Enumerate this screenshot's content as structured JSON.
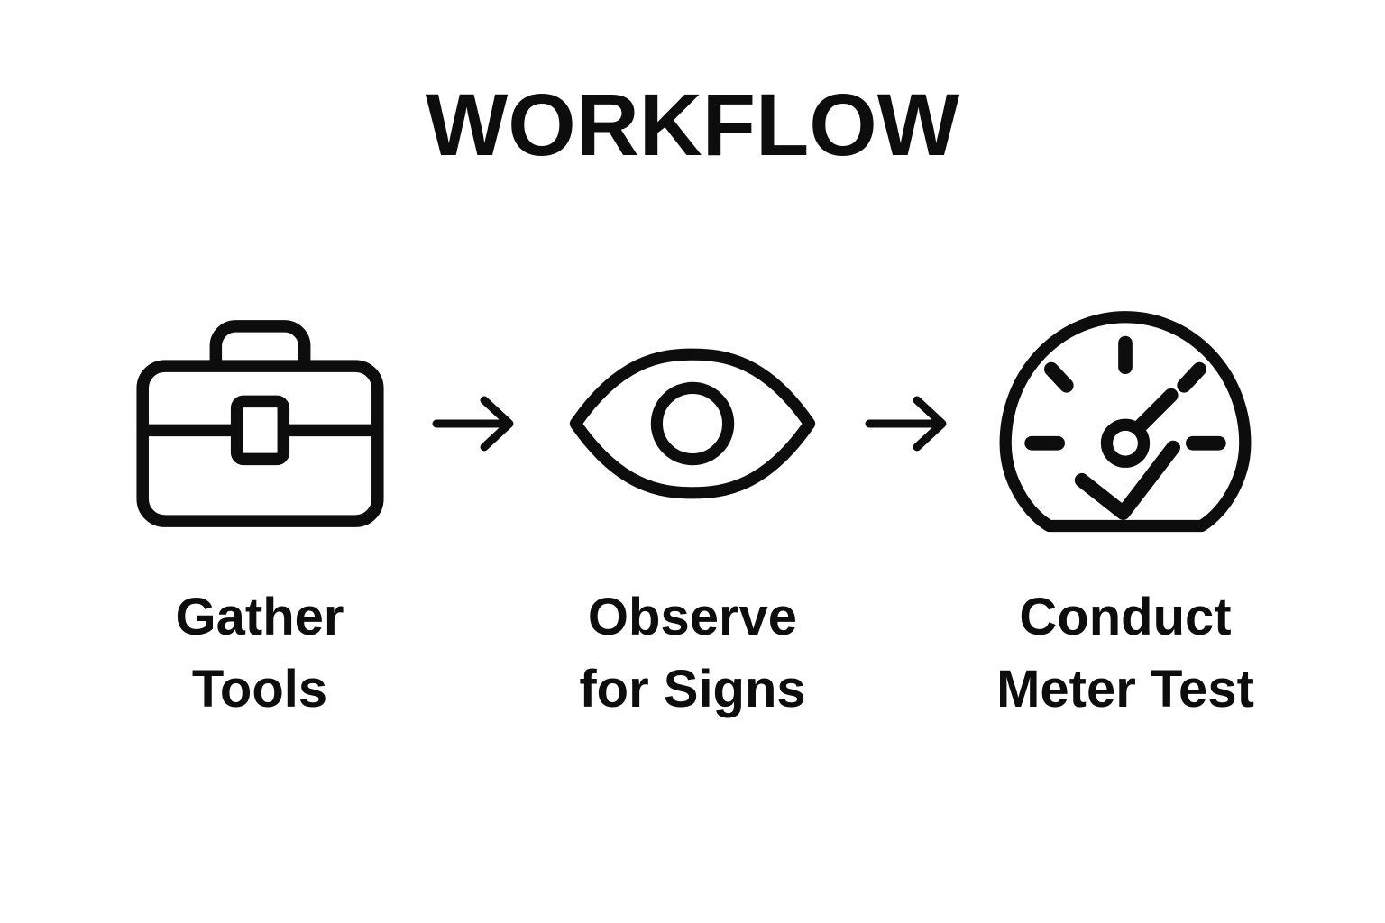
{
  "title": "WORKFLOW",
  "colors": {
    "ink": "#0d0d0d",
    "background": "#ffffff"
  },
  "steps": [
    {
      "icon": "briefcase-icon",
      "line1": "Gather",
      "line2": "Tools"
    },
    {
      "icon": "eye-icon",
      "line1": "Observe",
      "line2": "for Signs"
    },
    {
      "icon": "meter-icon",
      "line1": "Conduct",
      "line2": "Meter Test"
    }
  ],
  "connector_icon": "arrow-right-icon"
}
